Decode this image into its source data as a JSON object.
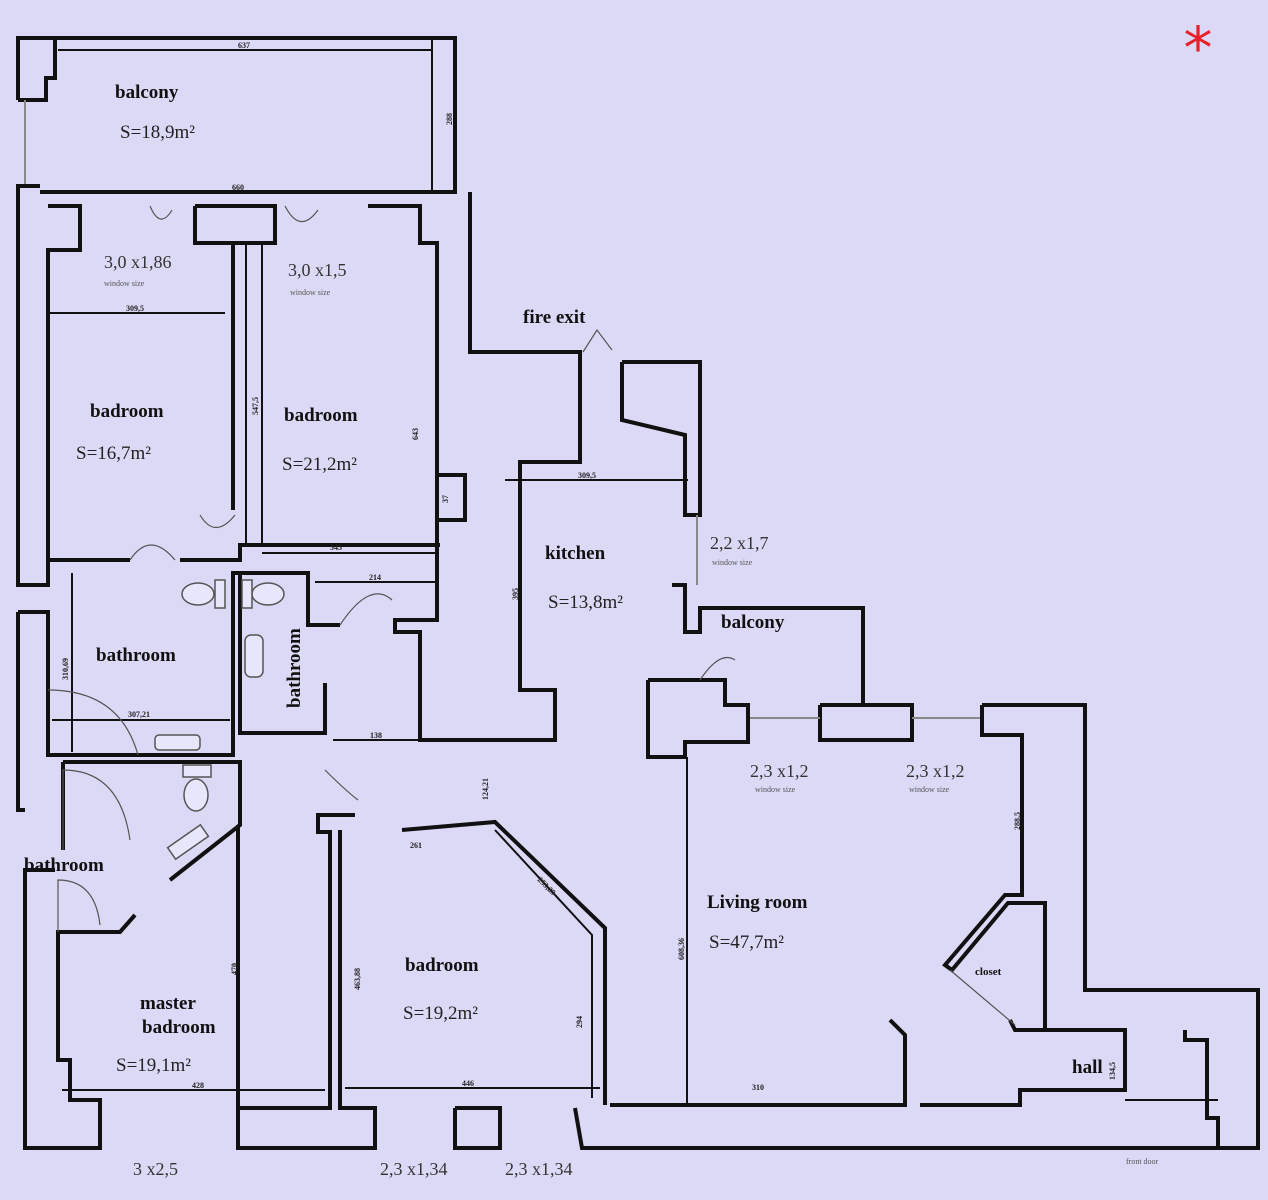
{
  "marker": "*",
  "colors": {
    "background": "#dcd9f6",
    "walls": "#111111",
    "marker": "#e8202a"
  },
  "rooms": {
    "balcony_top": {
      "name": "balcony",
      "area": "S=18,9m²"
    },
    "bedroom1": {
      "name": "badroom",
      "area": "S=16,7m²"
    },
    "bedroom2": {
      "name": "badroom",
      "area": "S=21,2m²"
    },
    "kitchen": {
      "name": "kitchen",
      "area": "S=13,8m²"
    },
    "balcony_small": {
      "name": "balcony"
    },
    "bathroom1": {
      "name": "bathroom"
    },
    "bathroom2": {
      "name": "bathroom"
    },
    "bathroom3": {
      "name": "bathroom"
    },
    "master": {
      "name1": "master",
      "name2": "badroom",
      "area": "S=19,1m²"
    },
    "bedroom3": {
      "name": "badroom",
      "area": "S=19,2m²"
    },
    "living": {
      "name": "Living room",
      "area": "S=47,7m²"
    },
    "closet": {
      "name": "closet"
    },
    "hall": {
      "name": "hall"
    },
    "fire_exit": "fire exit",
    "front_door": "front door"
  },
  "windows": {
    "w1": {
      "size": "3,0 x1,86",
      "label": "window size"
    },
    "w2": {
      "size": "3,0 x1,5",
      "label": "window size"
    },
    "w3": {
      "size": "2,2 x1,7",
      "label": "window size"
    },
    "w4": {
      "size": "2,3 x1,2",
      "label": "window size"
    },
    "w5": {
      "size": "2,3 x1,2",
      "label": "window size"
    },
    "w6": {
      "size": "3 x2,5"
    },
    "w7": {
      "size": "2,3 x1,34"
    },
    "w8": {
      "size": "2,3 x1,34"
    }
  },
  "dimensions": {
    "d637": "637",
    "d288": "288",
    "d660": "660",
    "d309a": "309,5",
    "d547": "547,5",
    "d643": "643",
    "d37": "37",
    "d343": "343",
    "d214": "214",
    "d309b": "309,5",
    "d395": "395",
    "d310": "310,69",
    "d307": "307,21",
    "d138": "138",
    "d124": "124,21",
    "d261": "261",
    "d253": "253,29",
    "d463": "463,88",
    "d470": "470",
    "d294": "294",
    "d608": "608,36",
    "d428": "428",
    "d446": "446",
    "d310b": "310",
    "d288b": "288,5",
    "d134": "134,5"
  }
}
